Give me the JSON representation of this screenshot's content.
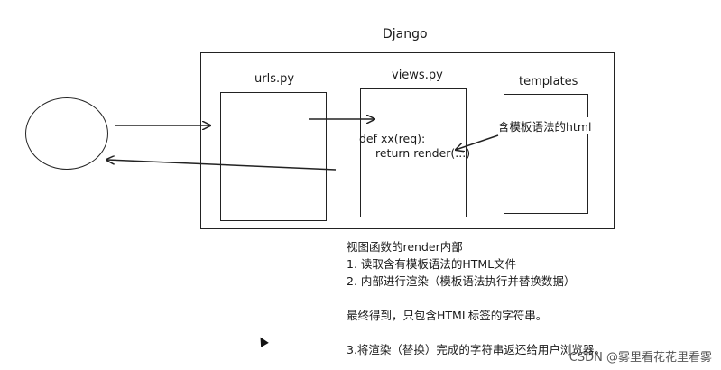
{
  "diagram": {
    "framework_title": "Django",
    "urls_label": "urls.py",
    "views_label": "views.py",
    "templates_label": "templates",
    "views_code_line1": "def xx(req):",
    "views_code_line2": "return render(...)",
    "template_note": "含模板语法的html"
  },
  "notes": {
    "heading": "视图函数的render内部",
    "step1": "1. 读取含有模板语法的HTML文件",
    "step2": "2. 内部进行渲染（模板语法执行并替换数据）",
    "result": "最终得到，只包含HTML标签的字符串。",
    "step3": "3.将渲染（替换）完成的字符串返还给用户浏览器。"
  },
  "watermark": "CSDN @雾里看花花里看雾"
}
